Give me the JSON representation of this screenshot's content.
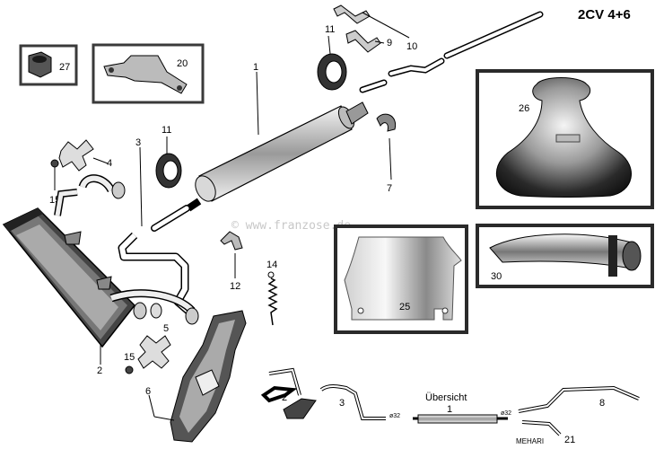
{
  "title": "2CV 4+6",
  "watermark": "© www.franzose.de",
  "overview": {
    "heading": "Übersicht",
    "label_1": "1",
    "label_2": "2",
    "label_3": "3",
    "label_8": "8",
    "label_21": "21",
    "diameter_a": "ø32",
    "diameter_b": "ø32",
    "mehari": "MEHARI"
  },
  "parts": {
    "p1": "1",
    "p2": "2",
    "p3": "3",
    "p4": "4",
    "p5": "5",
    "p6": "6",
    "p7": "7",
    "p9": "9",
    "p10": "10",
    "p11a": "11",
    "p11b": "11",
    "p12": "12",
    "p14": "14",
    "p15a": "15",
    "p15b": "15",
    "p20": "20",
    "p25": "25",
    "p26": "26",
    "p27": "27",
    "p30": "30"
  },
  "colors": {
    "ink": "#000000",
    "frame": "#3a3a3a",
    "chrome_dark": "#2a2a2a",
    "chrome_light": "#e6e6e6"
  }
}
